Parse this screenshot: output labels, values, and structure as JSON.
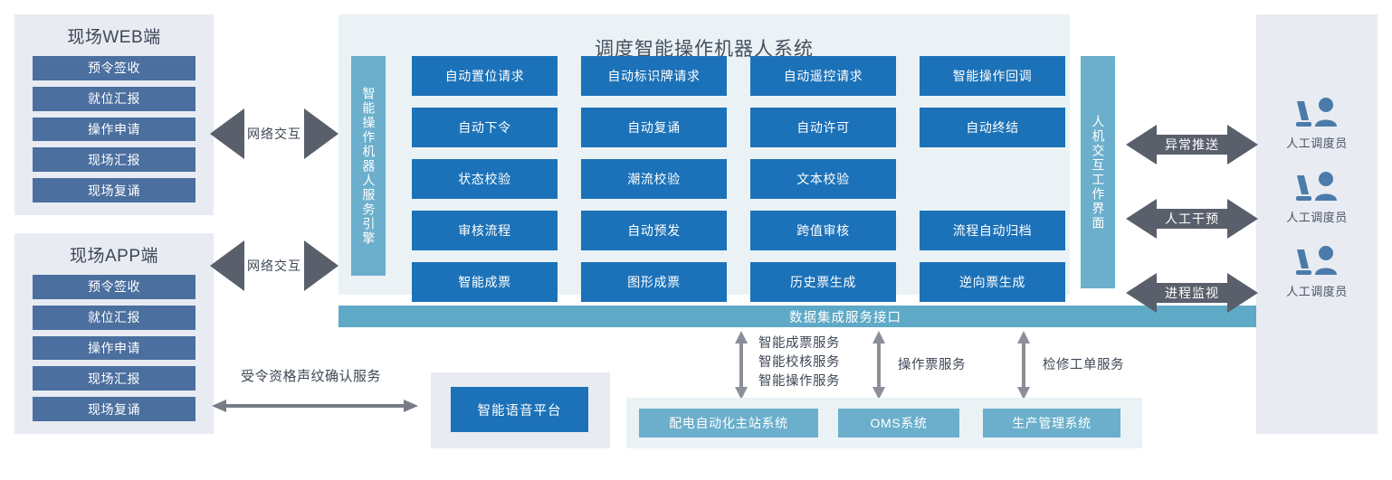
{
  "left_clients": [
    {
      "title": "现场WEB端",
      "items": [
        "预令签收",
        "就位汇报",
        "操作申请",
        "现场汇报",
        "现场复诵"
      ]
    },
    {
      "title": "现场APP端",
      "items": [
        "预令签收",
        "就位汇报",
        "操作申请",
        "现场汇报",
        "现场复诵"
      ]
    }
  ],
  "network_arrows": [
    "网络交互",
    "网络交互"
  ],
  "center": {
    "title": "调度智能操作机器人系统",
    "left_bar": "智能操作机器人服务引擎",
    "right_bar": "人机交互工作界面",
    "functions": [
      [
        "自动置位请求",
        "自动标识牌请求",
        "自动遥控请求",
        "智能操作回调"
      ],
      [
        "自动下令",
        "自动复诵",
        "自动许可",
        "自动终结"
      ],
      [
        "状态校验",
        "潮流校验",
        "文本校验",
        ""
      ],
      [
        "审核流程",
        "自动预发",
        "跨值审核",
        "流程自动归档"
      ],
      [
        "智能成票",
        "图形成票",
        "历史票生成",
        "逆向票生成"
      ]
    ]
  },
  "data_bar": "数据集成服务接口",
  "operator_arrows": [
    "异常推送",
    "人工干预",
    "进程监视"
  ],
  "operators": [
    {
      "icon": "operator-desk-icon",
      "label": "人工调度员"
    },
    {
      "icon": "operator-desk-icon",
      "label": "人工调度员"
    },
    {
      "icon": "operator-desk-icon",
      "label": "人工调度员"
    }
  ],
  "voice": {
    "arrow_label": "受令资格声纹确认服务",
    "box_label": "智能语音平台"
  },
  "service_labels": [
    "智能成票服务\n智能校核服务\n智能操作服务",
    "操作票服务",
    "检修工单服务"
  ],
  "bottom_systems": [
    "配电自动化主站系统",
    "OMS系统",
    "生产管理系统"
  ],
  "colors": {
    "func_blue": "#1C72B8",
    "client_blue": "#4B6F9E",
    "bar_blue": "#6BAFCC",
    "data_bar": "#5EA9C6",
    "panel_grey": "#E8EBF2",
    "center_bg": "#EBF2F5",
    "arrow_grey": "#595F6B",
    "icon_blue": "#4A7BAA"
  }
}
